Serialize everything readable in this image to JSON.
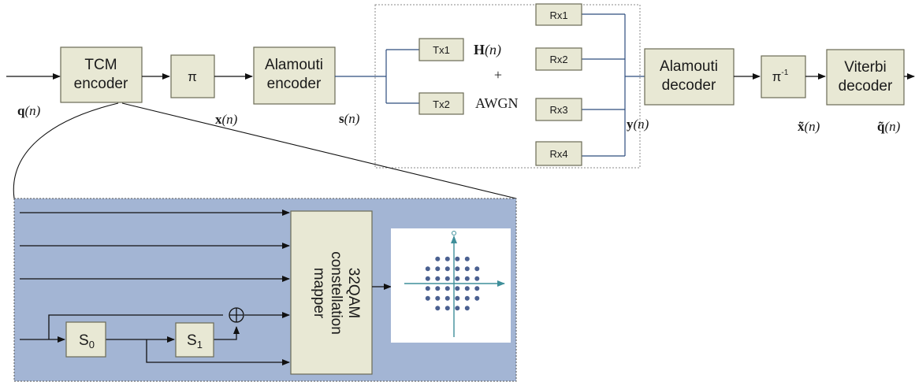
{
  "blocks": {
    "tcm_line1": "TCM",
    "tcm_line2": "encoder",
    "interleaver": "π",
    "alamouti_enc_line1": "Alamouti",
    "alamouti_enc_line2": "encoder",
    "tx1": "Tx1",
    "tx2": "Tx2",
    "rx1": "Rx1",
    "rx2": "Rx2",
    "rx3": "Rx3",
    "rx4": "Rx4",
    "alamouti_dec_line1": "Alamouti",
    "alamouti_dec_line2": "decoder",
    "deinterleaver_base": "π",
    "deinterleaver_sup": "-1",
    "viterbi_line1": "Viterbi",
    "viterbi_line2": "decoder"
  },
  "channel": {
    "h_bold": "H",
    "h_arg": "(n)",
    "plus": "+",
    "awgn": "AWGN"
  },
  "signals": {
    "q": "q",
    "x": "x",
    "s": "s",
    "y": "y",
    "x_tilde": "x̃",
    "q_tilde": "q̃",
    "arg": "(n)"
  },
  "tcm_detail": {
    "s0_base": "S",
    "s0_sub": "0",
    "s1_base": "S",
    "s1_sub": "1",
    "mapper_line1": "32QAM",
    "mapper_line2": "constellation",
    "mapper_line3": "mapper"
  },
  "colors": {
    "block_fill": "#e8e8d4",
    "block_stroke": "#6b6b55",
    "channel_line": "#2e4e7e",
    "detail_bg": "#a3b5d4",
    "dot": "#4a6090",
    "axis": "#3f8f9a"
  }
}
